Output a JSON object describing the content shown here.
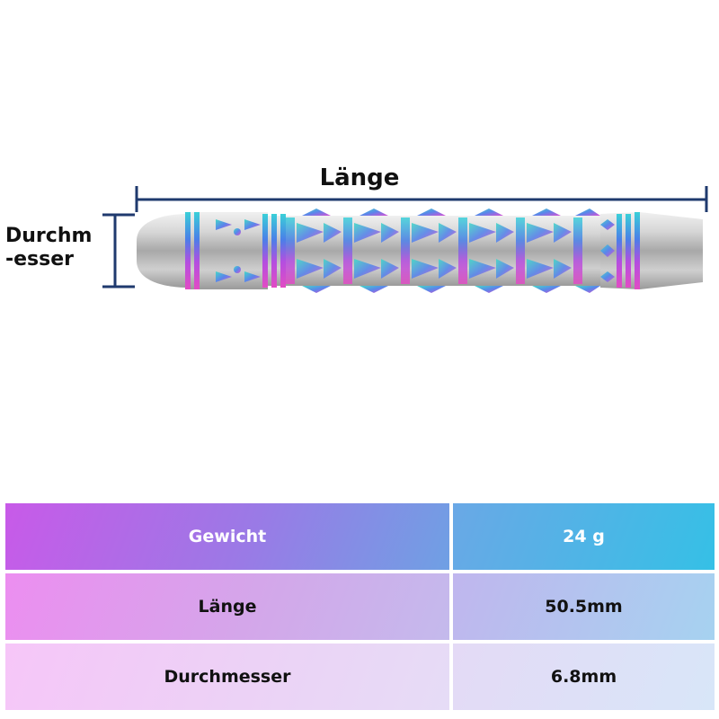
{
  "dimensions": {
    "length_label": "Länge",
    "diameter_label_line1": "Durchm",
    "diameter_label_line2": "-esser"
  },
  "colors": {
    "dimension_line": "#1f3a6e",
    "barrel_steel": "#c9c9c9",
    "iridescent_pink": "#d44cd6",
    "iridescent_blue": "#3b8fe8",
    "iridescent_teal": "#36d6c8"
  },
  "specs": {
    "rows": [
      {
        "label": "Gewicht",
        "value": "24 g"
      },
      {
        "label": "Länge",
        "value": "50.5mm"
      },
      {
        "label": "Durchmesser",
        "value": "6.8mm"
      }
    ]
  }
}
